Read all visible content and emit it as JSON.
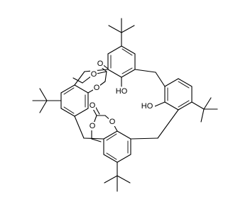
{
  "labels": {
    "oh_upper": "HO",
    "oh_right": "HO",
    "o_ether_left": "O",
    "o_carbonyl_left": "O",
    "o_ester_left": "O",
    "o_ether_lower": "O",
    "o_carbonyl_lower": "O",
    "o_ester_lower": "O"
  }
}
